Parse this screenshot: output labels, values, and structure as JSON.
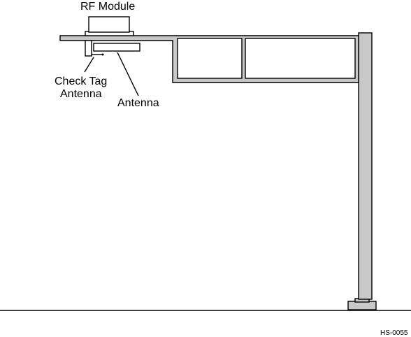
{
  "labels": {
    "rf_module": "RF Module",
    "check_tag_line1": "Check Tag",
    "check_tag_line2": "Antenna",
    "antenna": "Antenna",
    "figure_code": "HS-0055"
  },
  "colors": {
    "structure_fill": "#c8c8c8",
    "outline": "#000000",
    "background": "#ffffff"
  }
}
